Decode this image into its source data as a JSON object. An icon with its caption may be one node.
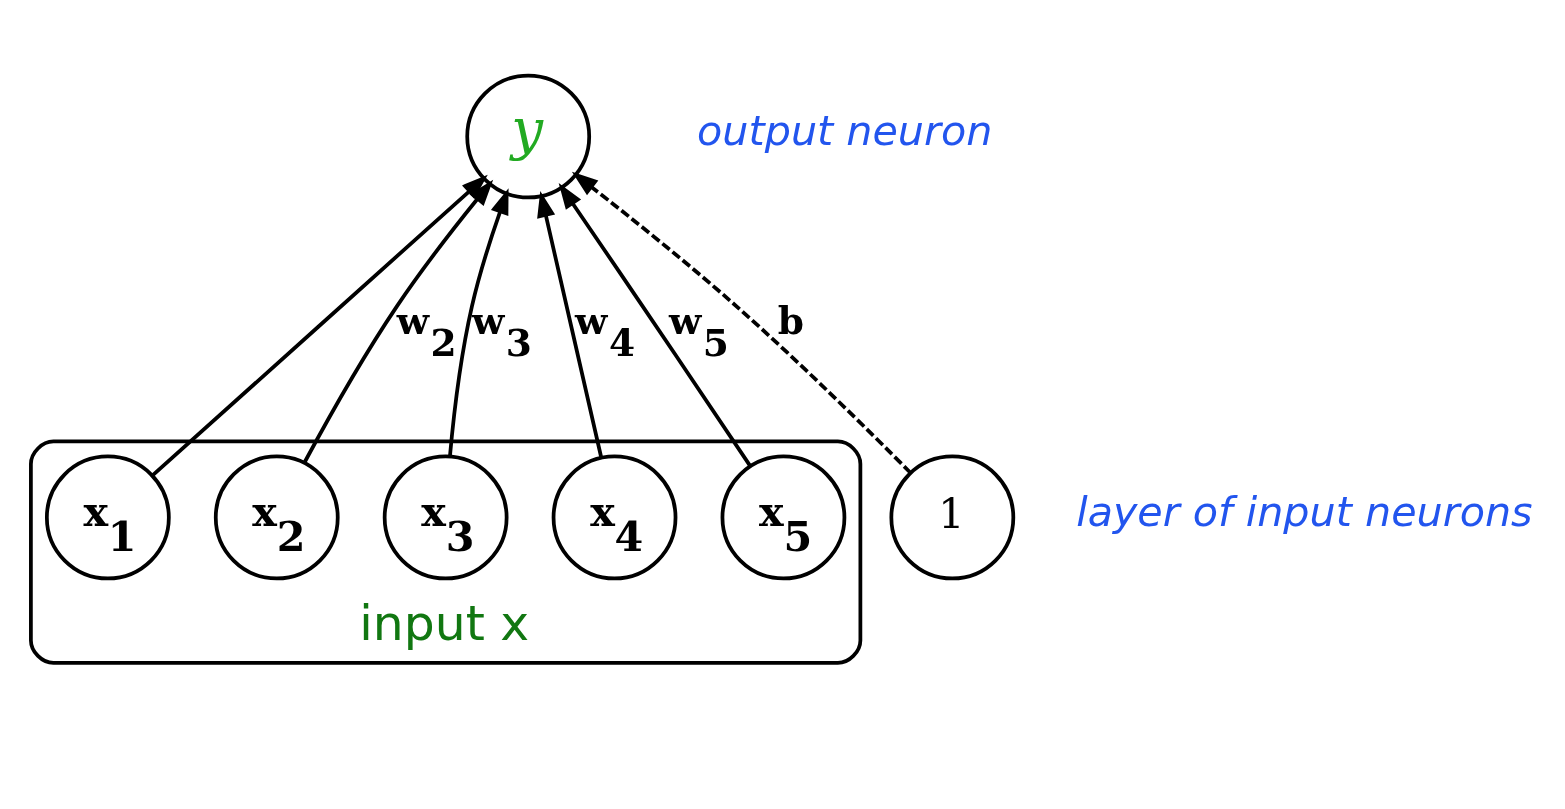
{
  "diagram": {
    "nodes": [
      {
        "text": [
          "y"
        ],
        "beside": [
          "output neuron"
        ]
      },
      {
        "text": [
          "1"
        ]
      },
      {
        "text": [
          "input x"
        ]
      },
      {
        "text": [
          "x$_{1}$"
        ],
        "in": 2
      },
      {
        "text": [
          "x$_{2}$"
        ],
        "in": 2
      },
      {
        "text": [
          "x$_{3}$"
        ],
        "in": 2
      },
      {
        "text": [
          "x$_{4}$"
        ],
        "in": 2
      },
      {
        "text": [
          "x$_{5}$"
        ],
        "in": 2
      }
    ],
    "edges": [
      {
        "from": 3,
        "to": 0,
        "arrow": "to"
      },
      {
        "from": 4,
        "to": 0,
        "arrow": "to",
        "label": "w$_{2}$"
      },
      {
        "from": 5,
        "to": 0,
        "arrow": "to",
        "label": "w$_{3}$"
      },
      {
        "from": 6,
        "to": 0,
        "arrow": "to",
        "label": "w$_{4}$"
      },
      {
        "from": 7,
        "to": 0,
        "arrow": "to",
        "label": "w$_{5}$"
      },
      {
        "from": 1,
        "to": 0,
        "arrow": "to",
        "label": "b",
        "style": "dashed"
      }
    ],
    "labels": [
      "layer of input neurons"
    ]
  }
}
